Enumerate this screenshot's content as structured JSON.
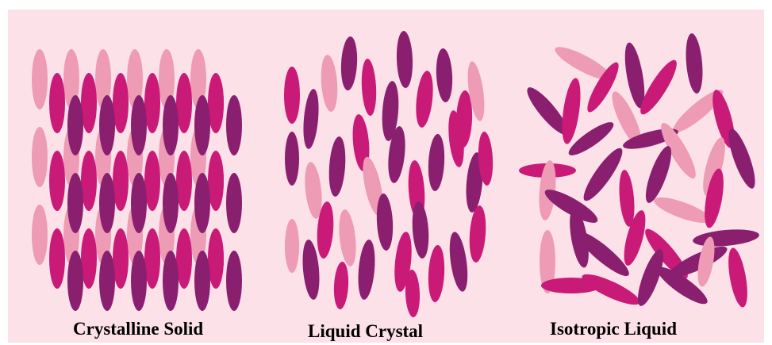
{
  "colors": {
    "background": "#fde1e8",
    "light_pink": "#ee9bb5",
    "magenta": "#c91a78",
    "purple": "#8a1f6f"
  },
  "panels": [
    {
      "name": "crystalline-solid",
      "label": "Crystalline Solid"
    },
    {
      "name": "liquid-crystal",
      "label": "Liquid Crystal"
    },
    {
      "name": "isotropic-liquid",
      "label": "Isotropic Liquid"
    }
  ]
}
